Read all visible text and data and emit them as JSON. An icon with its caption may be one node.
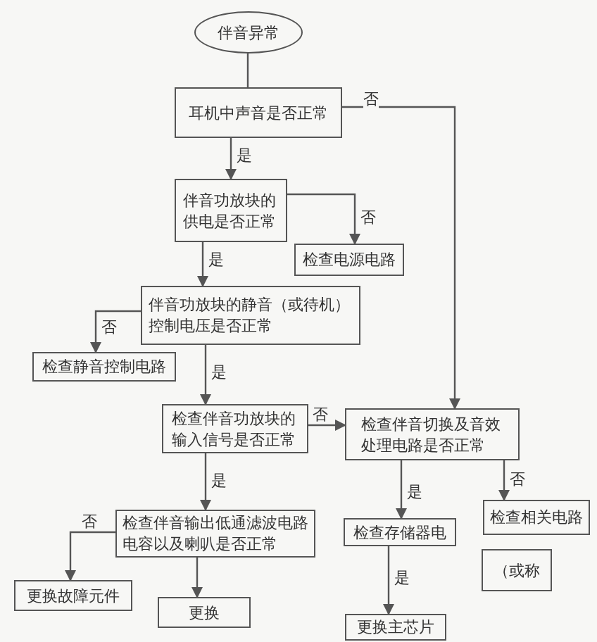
{
  "diagram": {
    "nodes": [
      {
        "text": [
          "伴音异常"
        ]
      },
      {
        "text": [
          "耳机中声音是否正常"
        ]
      },
      {
        "text": [
          "伴音功放块的供电是否正常"
        ]
      },
      {
        "text": [
          "检查电源电路"
        ]
      },
      {
        "text": [
          "伴音功放块的静音（或待机）控制电压是否正常"
        ]
      },
      {
        "text": [
          "检查静音控制电路"
        ]
      },
      {
        "text": [
          "检查伴音功放块的输入信号是否正常"
        ]
      },
      {
        "text": [
          "检查伴音切换及音效处理电路是否正常"
        ]
      },
      {
        "text": [
          "检查相关电路"
        ]
      },
      {
        "text": [
          "检查伴音输出低通滤波电路电容以及喇叭是否正常"
        ]
      },
      {
        "text": [
          "检查存储器电"
        ]
      },
      {
        "text": [
          "（或称"
        ]
      },
      {
        "text": [
          "更换故障元件"
        ]
      },
      {
        "text": [
          "更换"
        ]
      },
      {
        "text": [
          "更换主芯片"
        ]
      }
    ],
    "edges": [
      {
        "from": 0,
        "to": 1,
        "arrow": "none"
      },
      {
        "from": 1,
        "to": 2,
        "arrow": "to",
        "label": "是"
      },
      {
        "from": 1,
        "to": 7,
        "arrow": "to",
        "label": "否"
      },
      {
        "from": 2,
        "to": 3,
        "arrow": "to",
        "label": "否"
      },
      {
        "from": 2,
        "to": 4,
        "arrow": "to",
        "label": "是"
      },
      {
        "from": 4,
        "to": 5,
        "arrow": "to",
        "label": "否"
      },
      {
        "from": 4,
        "to": 6,
        "arrow": "to",
        "label": "是"
      },
      {
        "from": 6,
        "to": 7,
        "arrow": "to",
        "label": "否"
      },
      {
        "from": 6,
        "to": 9,
        "arrow": "to",
        "label": "是"
      },
      {
        "from": 7,
        "to": 10,
        "arrow": "to",
        "label": "是"
      },
      {
        "from": 7,
        "to": 8,
        "arrow": "to",
        "label": "否"
      },
      {
        "from": 9,
        "to": 12,
        "arrow": "to",
        "label": "否"
      },
      {
        "from": 9,
        "to": 13,
        "arrow": "to"
      },
      {
        "from": 10,
        "to": 14,
        "arrow": "to",
        "label": "是"
      }
    ]
  }
}
